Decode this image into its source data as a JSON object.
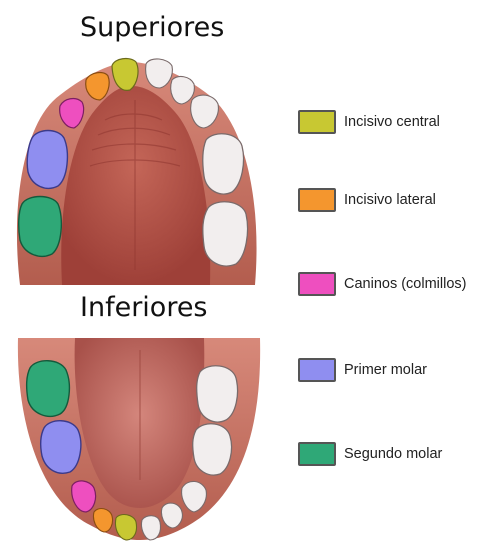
{
  "titles": {
    "upper": "Superiores",
    "lower": "Inferiores"
  },
  "legend": [
    {
      "label": "Incisivo central",
      "color": "#c8c832"
    },
    {
      "label": "Incisivo lateral",
      "color": "#f4962e"
    },
    {
      "label": "Caninos (colmillos)",
      "color": "#ee4fbf"
    },
    {
      "label": "Primer molar",
      "color": "#8f8ef0"
    },
    {
      "label": "Segundo molar",
      "color": "#2fa877"
    }
  ],
  "colors": {
    "gum": "#c46a5a",
    "palate": "#b9524a",
    "tongue": "#c9736b",
    "tooth": "#f2eeee"
  }
}
